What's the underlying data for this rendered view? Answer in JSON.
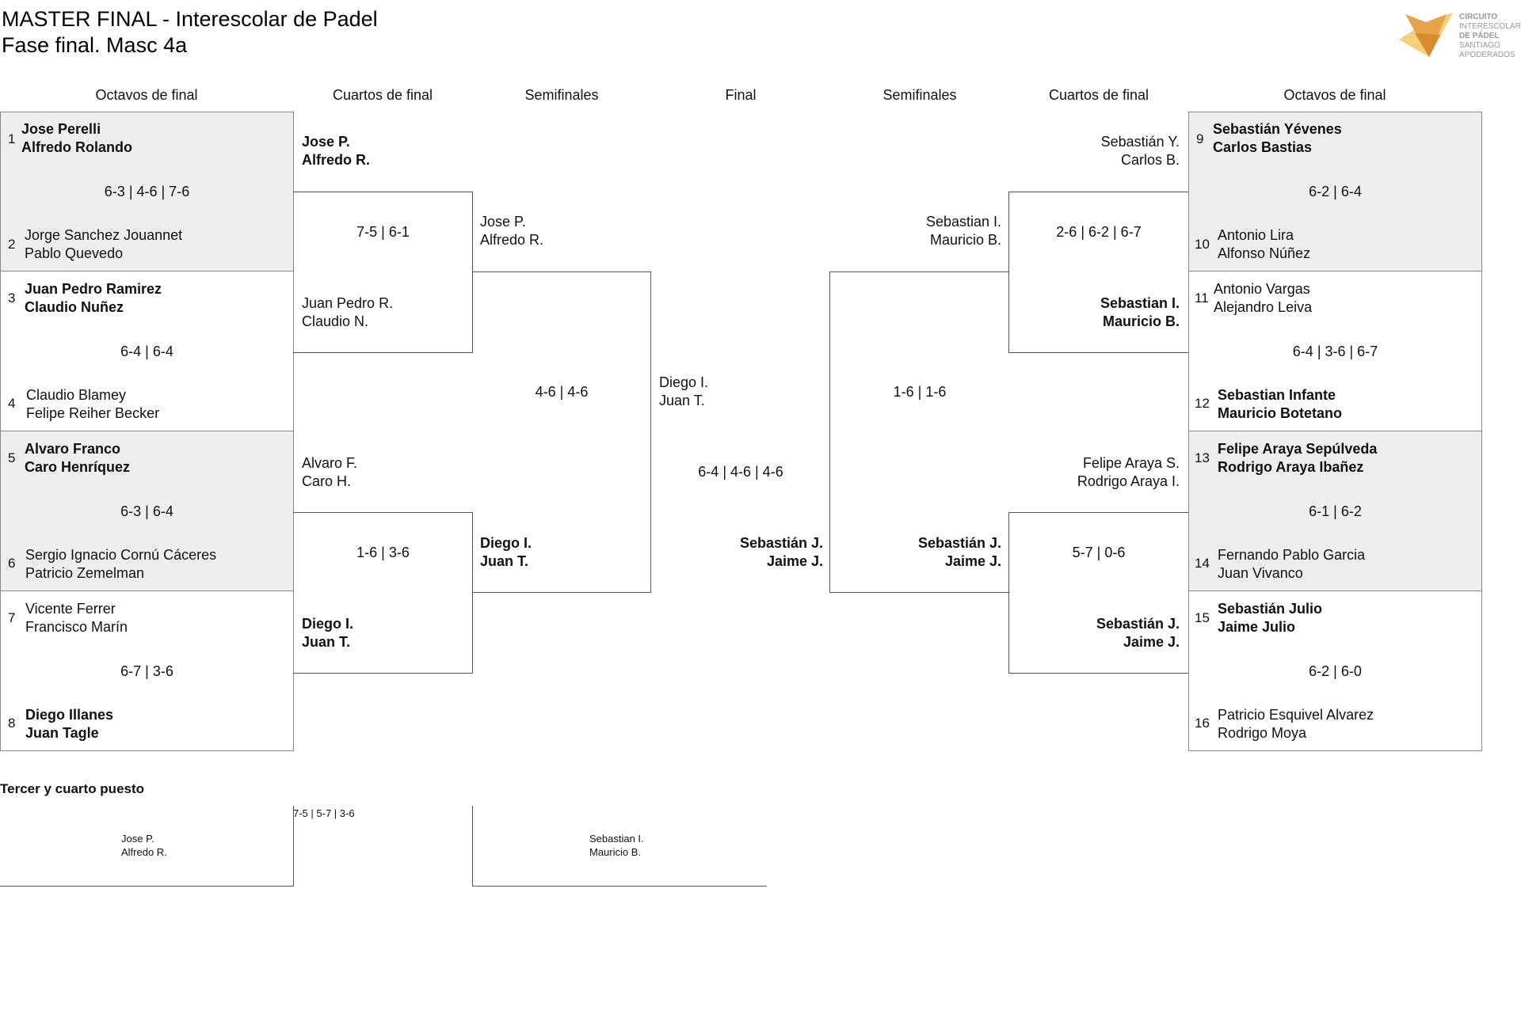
{
  "header": {
    "title": "MASTER FINAL - Interescolar de Padel",
    "subtitle": "Fase final. Masc 4a"
  },
  "logo": {
    "line1": "CIRCUITO",
    "line2": "INTERESCOLAR",
    "line3": "DE PÁDEL",
    "line4": "SANTIAGO",
    "line5": "APODERADOS"
  },
  "rounds": {
    "left_octavos": "Octavos de final",
    "left_cuartos": "Cuartos de final",
    "left_semis": "Semifinales",
    "final": "Final",
    "right_semis": "Semifinales",
    "right_cuartos": "Cuartos de final",
    "right_octavos": "Octavos de final"
  },
  "left_octavos": [
    {
      "n1": "1",
      "a1": "Jose Perelli",
      "b1": "Alfredo Rolando",
      "score": "6-3 | 4-6 | 7-6",
      "n2": "2",
      "a2": "Jorge Sanchez Jouannet",
      "b2": "Pablo Quevedo"
    },
    {
      "n1": "3",
      "a1": "Juan Pedro Ramirez",
      "b1": "Claudio Nuñez",
      "score": "6-4 | 6-4",
      "n2": "4",
      "a2": "Claudio Blamey",
      "b2": "Felipe Reiher Becker"
    },
    {
      "n1": "5",
      "a1": "Alvaro Franco",
      "b1": "Caro Henríquez",
      "score": "6-3 | 6-4",
      "n2": "6",
      "a2": "Sergio Ignacio Cornú Cáceres",
      "b2": "Patricio Zemelman"
    },
    {
      "n1": "7",
      "a1": "Vicente Ferrer",
      "b1": "Francisco Marín",
      "score": "6-7 | 3-6",
      "n2": "8",
      "a2": "Diego Illanes",
      "b2": "Juan Tagle"
    }
  ],
  "right_octavos": [
    {
      "n1": "9",
      "a1": "Sebastián Yévenes",
      "b1": "Carlos Bastias",
      "score": "6-2 | 6-4",
      "n2": "10",
      "a2": "Antonio Lira",
      "b2": "Alfonso Núñez"
    },
    {
      "n1": "11",
      "a1": "Antonio Vargas",
      "b1": "Alejandro Leiva",
      "score": "6-4 | 3-6 | 6-7",
      "n2": "12",
      "a2": "Sebastian Infante",
      "b2": "Mauricio Botetano"
    },
    {
      "n1": "13",
      "a1": "Felipe Araya Sepúlveda",
      "b1": "Rodrigo Araya Ibañez",
      "score": "6-1 | 6-2",
      "n2": "14",
      "a2": "Fernando Pablo Garcia",
      "b2": "Juan Vivanco"
    },
    {
      "n1": "15",
      "a1": "Sebastián Julio",
      "b1": "Jaime Julio",
      "score": "6-2 | 6-0",
      "n2": "16",
      "a2": "Patricio Esquivel Alvarez",
      "b2": "Rodrigo Moya"
    }
  ],
  "left_cuartos": [
    {
      "a1": "Jose P.",
      "b1": "Alfredo R.",
      "score": "7-5 | 6-1",
      "a2": "Juan Pedro R.",
      "b2": "Claudio N."
    },
    {
      "a1": "Alvaro F.",
      "b1": "Caro H.",
      "score": "1-6 | 3-6",
      "a2": "Diego I.",
      "b2": "Juan T."
    }
  ],
  "right_cuartos": [
    {
      "a1": "Sebastián Y.",
      "b1": "Carlos B.",
      "score": "2-6 | 6-2 | 6-7",
      "a2": "Sebastian I.",
      "b2": "Mauricio B."
    },
    {
      "a1": "Felipe Araya S.",
      "b1": "Rodrigo Araya I.",
      "score": "5-7 | 0-6",
      "a2": "Sebastián J.",
      "b2": "Jaime J."
    }
  ],
  "left_semis": {
    "a1": "Jose P.",
    "b1": "Alfredo R.",
    "score": "4-6 | 4-6",
    "a2": "Diego I.",
    "b2": "Juan T."
  },
  "right_semis": {
    "a1": "Sebastian I.",
    "b1": "Mauricio B.",
    "score": "1-6 | 1-6",
    "a2": "Sebastián J.",
    "b2": "Jaime J."
  },
  "final": {
    "a1": "Diego I.",
    "b1": "Juan T.",
    "score": "6-4 | 4-6 | 4-6",
    "a2": "Sebastián J.",
    "b2": "Jaime J."
  },
  "third_place": {
    "title": "Tercer y cuarto puesto",
    "score": "7-5 | 5-7 | 3-6",
    "a1": "Jose P.",
    "b1": "Alfredo R.",
    "a2": "Sebastian I.",
    "b2": "Mauricio B."
  },
  "colors": {
    "shade": "#eeeeee",
    "border": "#8a8a8a",
    "logo_orange": "#e8a24a",
    "logo_light": "#f5cf7a"
  }
}
